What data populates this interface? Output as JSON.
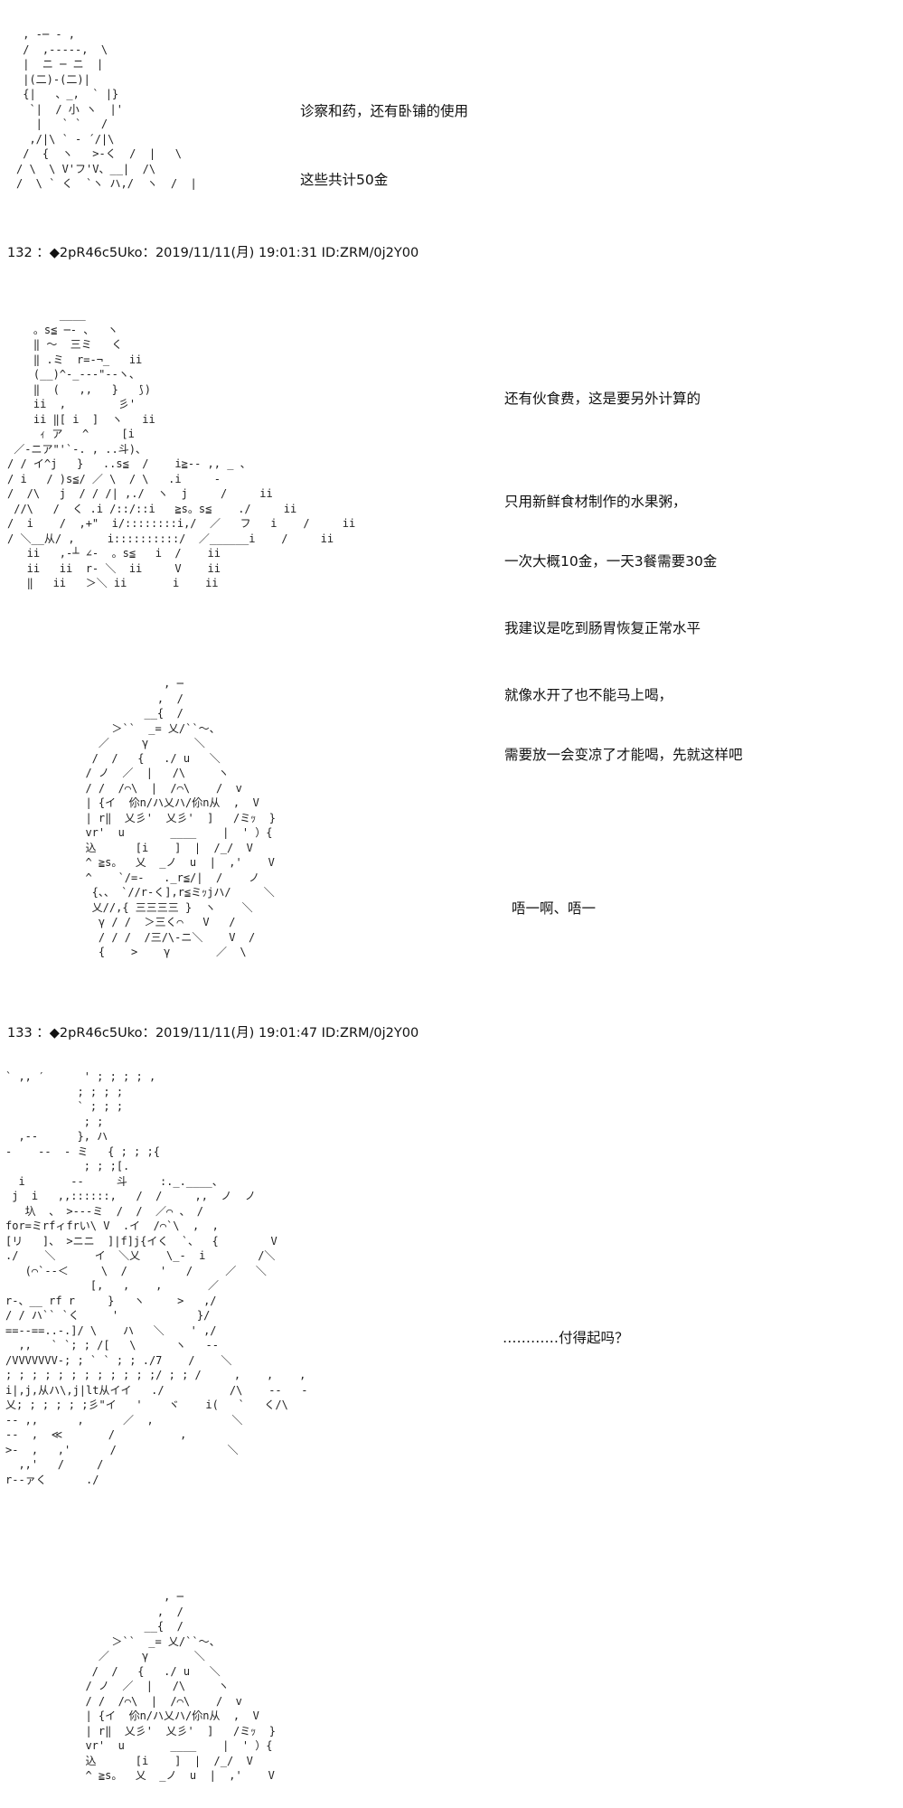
{
  "posts": [
    {
      "id": "p1",
      "aa": " , -─ - ,\n /  ,-‐-‐-,  \\\n |  ニ ─ ニ  |\n |(二)-(二)|\n {|   、_,  ` |}\n  `|  / 小 ヽ  |'\n   |   ` `   /\n  ,/|\\ ` ‐ ´/|\\\n /  {  ヽ   >‐く  /  |   \\\n/ \\  \\ V'フ'V、__|  /\\\n/  \\ ` く  `ヽ ハ,/  ヽ  /  |",
      "dialog": [
        "诊察和药，还有卧铺的使用",
        "这些共计50金"
      ]
    },
    {
      "id": "p2",
      "header": "132 ：◆2pR46c5Uko：2019/11/11(月) 19:01:31 ID:ZRM/0j2Y00",
      "aa": "        ____\n    。s≦ ─- 、  ヽ\n    ‖ ～  三ミ   く\n    ‖ .ミ  r=‐¬_   ii\n    (__)^‐_‐‐‐\"‐‐ヽ、\n    ‖  (   ,,   }   ⟆)\n    ii  ,        彡'\n    ii ‖[ i  ]  ヽ   ii\n     ｨ ア   ^     [i\n ／‐ニア\"'`‐. , ..斗)、\n/ / イ^j   }   ..s≦  /    i≧‐‐ ,, _ 、\n/ i   / )s≦/ ／ \\  / \\   .i     ‐\n/  /\\   j  / / /| ,./  ヽ  j     /     ii\n //\\   /  く .i /::/::i   ≧s。s≦    ./     ii\n/  i    /  ,+\"  i/::::::::i,/  ／   フ   i    /     ii\n/ ＼__从/ ,     i::::::::::/  ／______i    /     ii\n   ii   ,‐┴ ∠‐  。s≦   i  /    ii\n   ii   ii  r‐ ＼  ii     V    ii\n   ‖   ii   ＞＼ ii       i    ii",
      "dialog": [
        "还有伙食费，这是要另外计算的",
        "",
        "只用新鲜食材制作的水果粥，",
        "一次大概10金，一天3餐需要30金",
        "",
        "我建议是吃到肠胃恢复正常水平",
        "",
        "就像水开了也不能马上喝，",
        "需要放一会变凉了才能喝，先就这样吧"
      ]
    },
    {
      "id": "p3",
      "aa": "              , ─\n             ,  /\n           __{  /\n      ＞``  _= 乂/``～、\n    ／     γ       ＼\n   /  /   {   ./ u   ＼\n  / ノ  ／  |   /\\     ヽ\n  / /  /⌒\\  |  /⌒\\    /  v\n  | {イ  伱n/ハ乂ハ/伱n从  ,  V\n  | r‖  乂彡'  乂彡'  ]   /ミｯ  }\n  vr'  u       ____    |  ' ）{\n  込      [i    ]  |  /_/  V\n  ^ ≧s。  乂  _ノ  u  |  ,'    V\n  ^    `/=‐   ._r≦/|  /    ノ\n   {、、 `//r‐く],r≦ミｯjハ/     ＼\n   乂//,{ 三三三三 }  ヽ    ＼\n    γ / /  ＞三く⌒   V   /\n    / / /  /三/\\‐ニ＼    V  /\n    {    >    γ       ／  \\",
      "dialog": [
        "唔一啊、唔一"
      ]
    },
    {
      "id": "p4",
      "header": "133 ：◆2pR46c5Uko：2019/11/11(月) 19:01:47 ID:ZRM/0j2Y00",
      "aa": "` ,, ′      ' ; ; ; ; ,\n           ; ; ; ;\n           ` ; ; ;\n            ; ;\n  ,‐‐      }, ハ\n‐    ‐‐  ‐ ミ   { ; ; ;{\n            ; ; ;[.\n  i       ‐-     斗     :._.____、\n j  i   ,,::::::,   /  /     ,,  ノ  ノ\n   圦  、 >‐‐‐ミ  /  /  ／⌒ 、 /\nfor=ミrfィfrい\\ V  .イ  /⌒`\\  ,  ,\n[リ   ]、 >ニニ  ]|f]j{イく  `、  {        V\n./    ＼      イ  ＼乂    \\_‐  i        /＼\n   (⌒`‐‐＜     \\  /     '   /     ／   ＼\n             [,   ,    ,       ／\nr‐、__ rf r     }   ヽ     >   ,/\n/ / ハ`` `く     '            }/\n==‐‐==..-.]/ \\    ハ   ＼    ' ,/\n  ,,   ` `; ; /[   \\      ヽ   ‐‐\n/VVVVVVV‐; ; ` ` ; ; ./7    /    ＼\n; ; ; ; ; ; ; ; ; ; ; ;/ ; ; /     ,    ,    ,\ni|,j,从ハ\\,j|lt从イイ   ./          /\\    ‐‐   ‐\n乂; ; ; ; ; ;彡\"イ   '    ヾ    i(   `   く/\\\n‐‐ ,,      ,      ／  ,            ＼\n‐‐  ,  ≪       /          ,\n>‐  ,   ,'      /                 ＼\n  ,,'   /     /\nr‐‐ァく      ./",
      "dialog": [
        "…………付得起吗？"
      ]
    },
    {
      "id": "p5",
      "aa": "              , ─\n             ,  /\n           __{  /\n      ＞``  _= 乂/``～、\n    ／     γ       ＼\n   /  /   {   ./ u   ＼\n  / ノ  ／  |   /\\     ヽ\n  / /  /⌒\\  |  /⌒\\    /  v\n  | {イ  伱n/ハ乂ハ/伱n从  ,  V\n  | r‖  乂彡'  乂彡'  ]   /ミｯ  }\n  vr'  u       ____    |  ' ）{\n  込      [i    ]  |  /_/  V\n  ^ ≧s。  乂  _ノ  u  |  ,'    V"
    }
  ]
}
